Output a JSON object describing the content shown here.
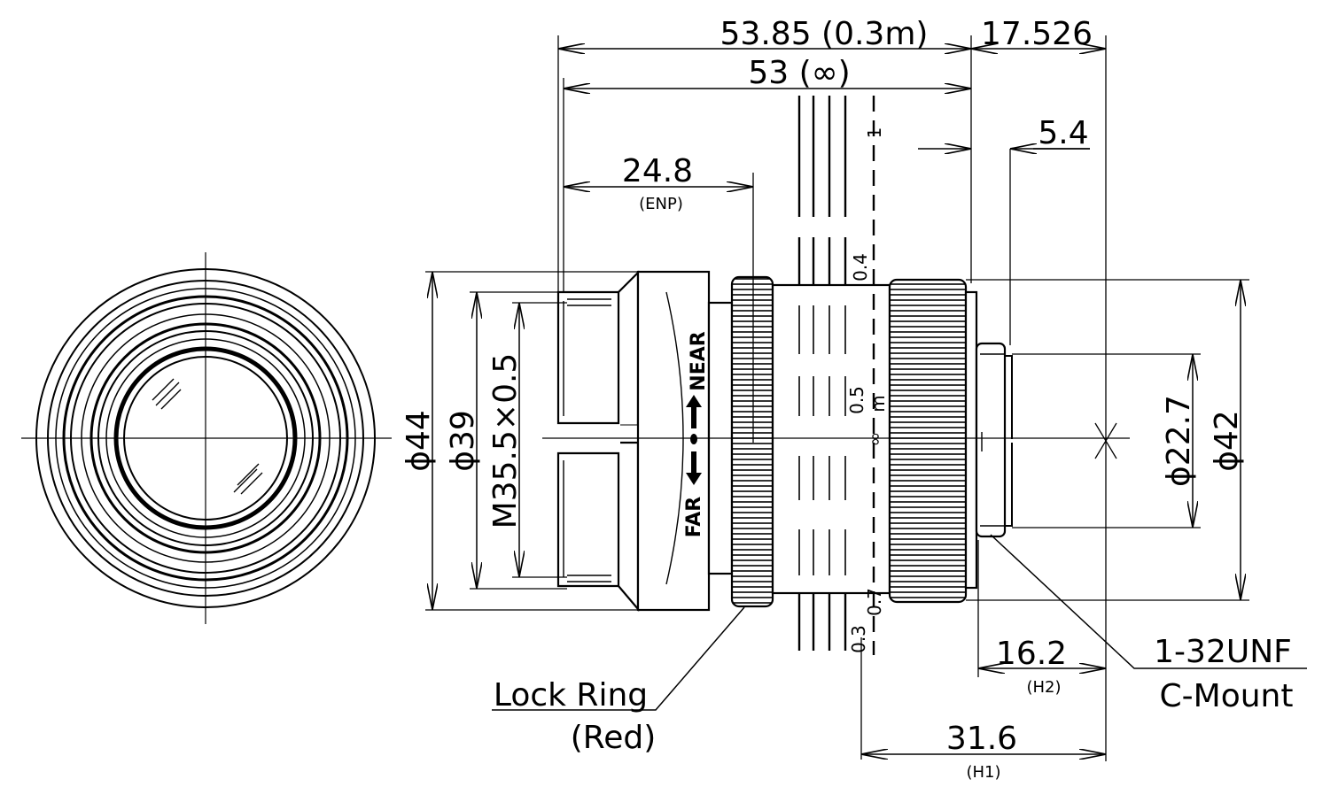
{
  "drawing": {
    "stroke_color": "#000000",
    "background": "#ffffff"
  },
  "dimensions": {
    "total_length_near": "53.85 (0.3m)",
    "total_length_inf": "53 (∞)",
    "flange_back": "17.526",
    "mount_depth": "5.4",
    "enp": "24.8",
    "enp_note": "(ENP)",
    "dia_front": "ϕ44",
    "dia_39": "ϕ39",
    "thread": "M35.5×0.5",
    "dia_mount": "ϕ22.7",
    "dia_rear": "ϕ42",
    "h2": "16.2",
    "h2_note": "(H2)",
    "h1": "31.6",
    "h1_note": "(H1)"
  },
  "focus_scale": {
    "marks": [
      "1",
      "0.4",
      "0.5",
      "m",
      "∞",
      "0.7",
      "0.3"
    ]
  },
  "focus_ring": {
    "near": "NEAR",
    "far": "FAR"
  },
  "callouts": {
    "lock_ring": "Lock Ring",
    "lock_ring_color": "(Red)",
    "mount_thread": "1-32UNF",
    "mount_type": "C-Mount"
  }
}
